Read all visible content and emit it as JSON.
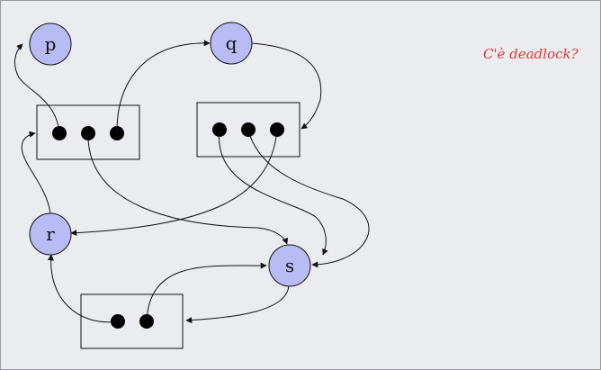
{
  "question": "C'è deadlock?",
  "colors": {
    "background": "#ebecef",
    "process_fill": "#b9bcf4",
    "question": "#e53535",
    "stroke": "#111111"
  },
  "processes": [
    {
      "id": "p",
      "label": "p"
    },
    {
      "id": "q",
      "label": "q"
    },
    {
      "id": "r",
      "label": "r"
    },
    {
      "id": "s",
      "label": "s"
    }
  ],
  "resources": [
    {
      "id": "R1",
      "instances": 3
    },
    {
      "id": "R2",
      "instances": 3
    },
    {
      "id": "R3",
      "instances": 2
    }
  ],
  "edges": [
    {
      "from": "R1.instance1",
      "to": "p",
      "kind": "assignment"
    },
    {
      "from": "R1.instance3",
      "to": "q",
      "kind": "assignment"
    },
    {
      "from": "q",
      "to": "R2",
      "kind": "request"
    },
    {
      "from": "R2.instance3",
      "to": "r",
      "kind": "assignment"
    },
    {
      "from": "R2.instance1",
      "to": "s",
      "kind": "assignment"
    },
    {
      "from": "R2.instance2",
      "to": "s",
      "kind": "assignment"
    },
    {
      "from": "R1.instance2",
      "to": "s",
      "kind": "assignment"
    },
    {
      "from": "r",
      "to": "R1",
      "kind": "request"
    },
    {
      "from": "s",
      "to": "R3",
      "kind": "request"
    },
    {
      "from": "R3.instance1",
      "to": "r",
      "kind": "assignment"
    },
    {
      "from": "R3.instance2",
      "to": "s",
      "kind": "assignment"
    }
  ]
}
